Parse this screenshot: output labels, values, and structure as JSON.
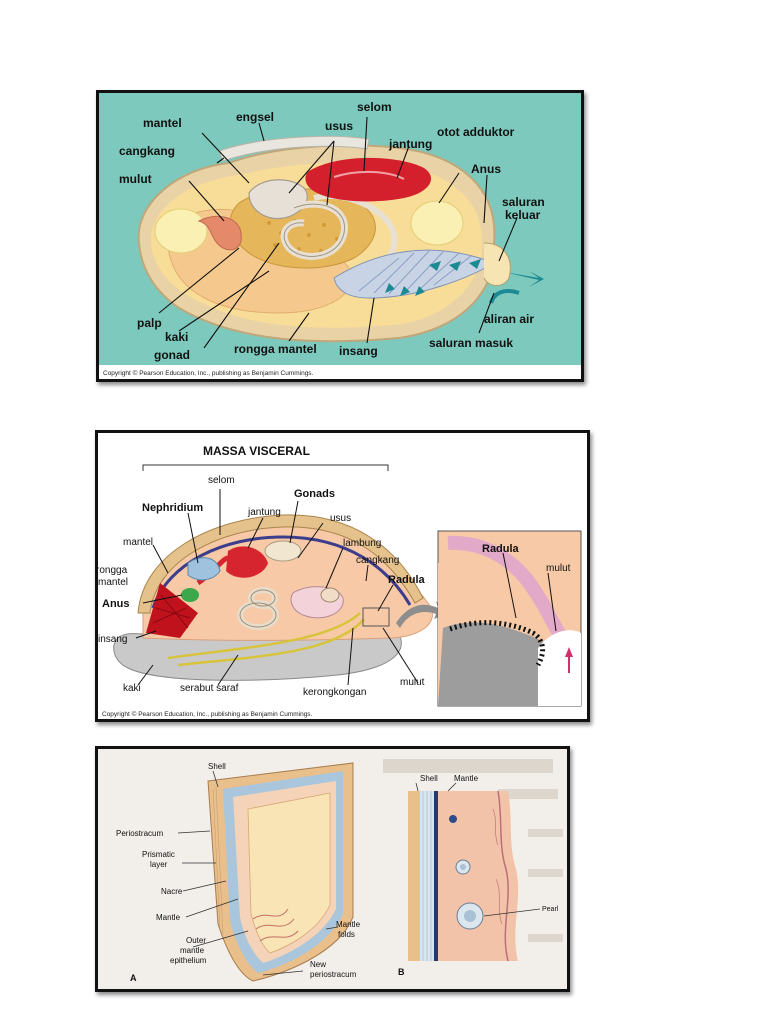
{
  "panel_clam": {
    "labels": {
      "mantel": "mantel",
      "engsel": "engsel",
      "selom": "selom",
      "usus": "usus",
      "otot_adduktor": "otot adduktor",
      "cangkang": "cangkang",
      "jantung": "jantung",
      "mulut": "mulut",
      "anus": "Anus",
      "saluran_keluar_1": "saluran",
      "saluran_keluar_2": "keluar",
      "palp": "palp",
      "kaki": "kaki",
      "gonad": "gonad",
      "rongga_mantel": "rongga mantel",
      "insang": "insang",
      "aliran_air": "aliran air",
      "saluran_masuk": "saluran masuk"
    },
    "copyright": "Copyright © Pearson Education, Inc., publishing as Benjamin Cummings.",
    "colors": {
      "background": "#7ec9bd",
      "shell": "#f6dc9a",
      "heart": "#d4202c",
      "arrow": "#1c8a93"
    }
  },
  "panel_mollusc": {
    "labels": {
      "massa_visceral": "MASSA VISCERAL",
      "selom": "selom",
      "nephridium": "Nephridium",
      "gonads": "Gonads",
      "jantung": "jantung",
      "usus": "usus",
      "mantel": "mantel",
      "lambung": "lambung",
      "rongga_mantel_1": "rongga",
      "rongga_mantel_2": "mantel",
      "cangkang": "cangkang",
      "anus": "Anus",
      "radula": "Radula",
      "insang": "insang",
      "kaki": "kaki",
      "serabut_saraf": "serabut saraf",
      "kerongkongan": "kerongkongan",
      "mulut": "mulut",
      "inset_radula": "Radula",
      "inset_mulut": "mulut"
    },
    "copyright": "Copyright © Pearson Education, Inc., publishing as Benjamin Cummings.",
    "colors": {
      "body": "#f7c9a6",
      "foot": "#c9c9c9",
      "shell": "#e5c28b",
      "gill": "#c0121d",
      "nerve": "#d7c43b"
    }
  },
  "panel_shell": {
    "labels": {
      "shell_a": "Shell",
      "periostracum": "Periostracum",
      "prismatic_1": "Prismatic",
      "prismatic_2": "layer",
      "nacre": "Nacre",
      "mantle_a": "Mantle",
      "outer_1": "Outer",
      "outer_2": "mantle",
      "outer_3": "epithelium",
      "mantle_folds_1": "Mantle",
      "mantle_folds_2": "folds",
      "new_peri_1": "New",
      "new_peri_2": "periostracum",
      "fig_a": "A",
      "shell_b": "Shell",
      "mantle_b": "Mantle",
      "pearl": "Pearl",
      "fig_b": "B"
    },
    "colors": {
      "paper": "#f2efea",
      "mantle": "#f2c3a8",
      "nacre": "#a9c6dc",
      "shell": "#e9bf8c"
    }
  }
}
